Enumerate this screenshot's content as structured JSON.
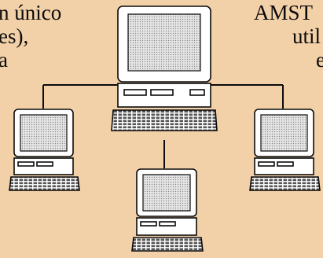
{
  "text_fragments": {
    "left": [
      "n único",
      "es),",
      "a"
    ],
    "right": [
      "AMST",
      "util",
      "e"
    ]
  },
  "colors": {
    "background": "#f3d1a8",
    "ink": "#0b0b0b",
    "screen_dots": "#8a8a8a"
  }
}
